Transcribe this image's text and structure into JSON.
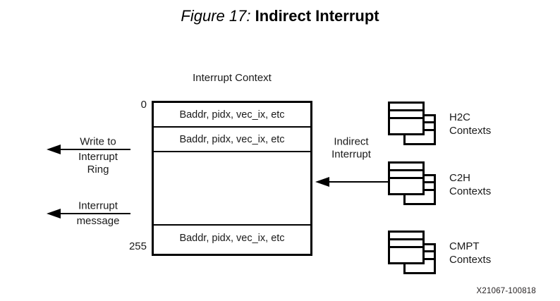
{
  "figure": {
    "label": "Figure 17:",
    "name": "Indirect Interrupt",
    "doc_code": "X21067-100818"
  },
  "context_table": {
    "header": "Interrupt Context",
    "first_index": "0",
    "last_index": "255",
    "rows": [
      {
        "text": "Baddr, pidx, vec_ix, etc",
        "filled": true
      },
      {
        "text": "Baddr, pidx, vec_ix, etc",
        "filled": true
      },
      {
        "text": "",
        "filled": false
      },
      {
        "text": "Baddr, pidx, vec_ix, etc",
        "filled": true
      }
    ]
  },
  "arrows": {
    "write_to_ring": {
      "above": "Write to",
      "below_line1": "Interrupt",
      "below_line2": "Ring"
    },
    "interrupt_message": {
      "above": "Interrupt",
      "below": "message"
    },
    "indirect_interrupt": {
      "line1": "Indirect",
      "line2": "Interrupt"
    }
  },
  "context_stacks": [
    {
      "line1": "H2C",
      "line2": "Contexts"
    },
    {
      "line1": "C2H",
      "line2": "Contexts"
    },
    {
      "line1": "CMPT",
      "line2": "Contexts"
    }
  ]
}
